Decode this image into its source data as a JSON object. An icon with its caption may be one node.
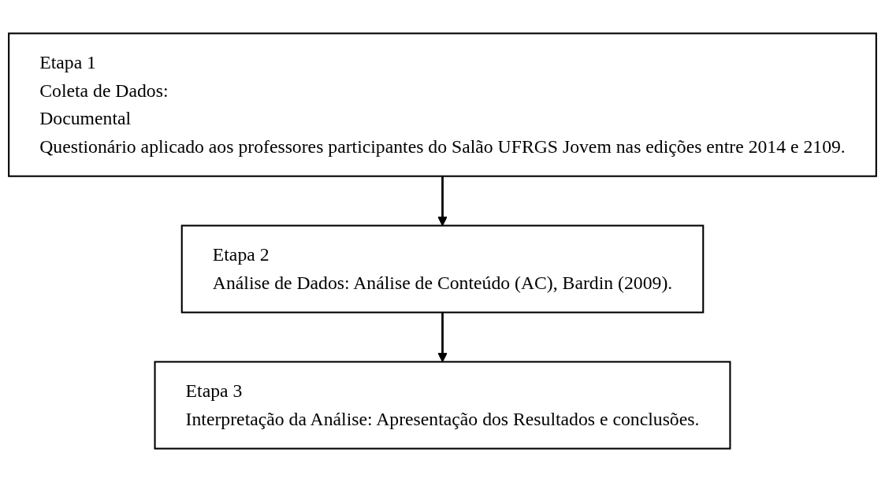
{
  "diagram": {
    "nodes": [
      {
        "text": [
          "Etapa 1",
          "Coleta de Dados:",
          "Documental",
          "Questionário aplicado aos professores participantes do Salão UFRGS Jovem nas edições entre 2014 e 2109."
        ]
      },
      {
        "text": [
          "Etapa 2",
          "Análise de Dados: Análise de Conteúdo (AC), Bardin (2009)."
        ]
      },
      {
        "text": [
          "Etapa 3",
          "Interpretação da Análise: Apresentação dos Resultados e conclusões."
        ]
      }
    ],
    "edges": [
      {
        "from": 0,
        "to": 1,
        "arrow": "to"
      },
      {
        "from": 1,
        "to": 2,
        "arrow": "to"
      }
    ]
  }
}
